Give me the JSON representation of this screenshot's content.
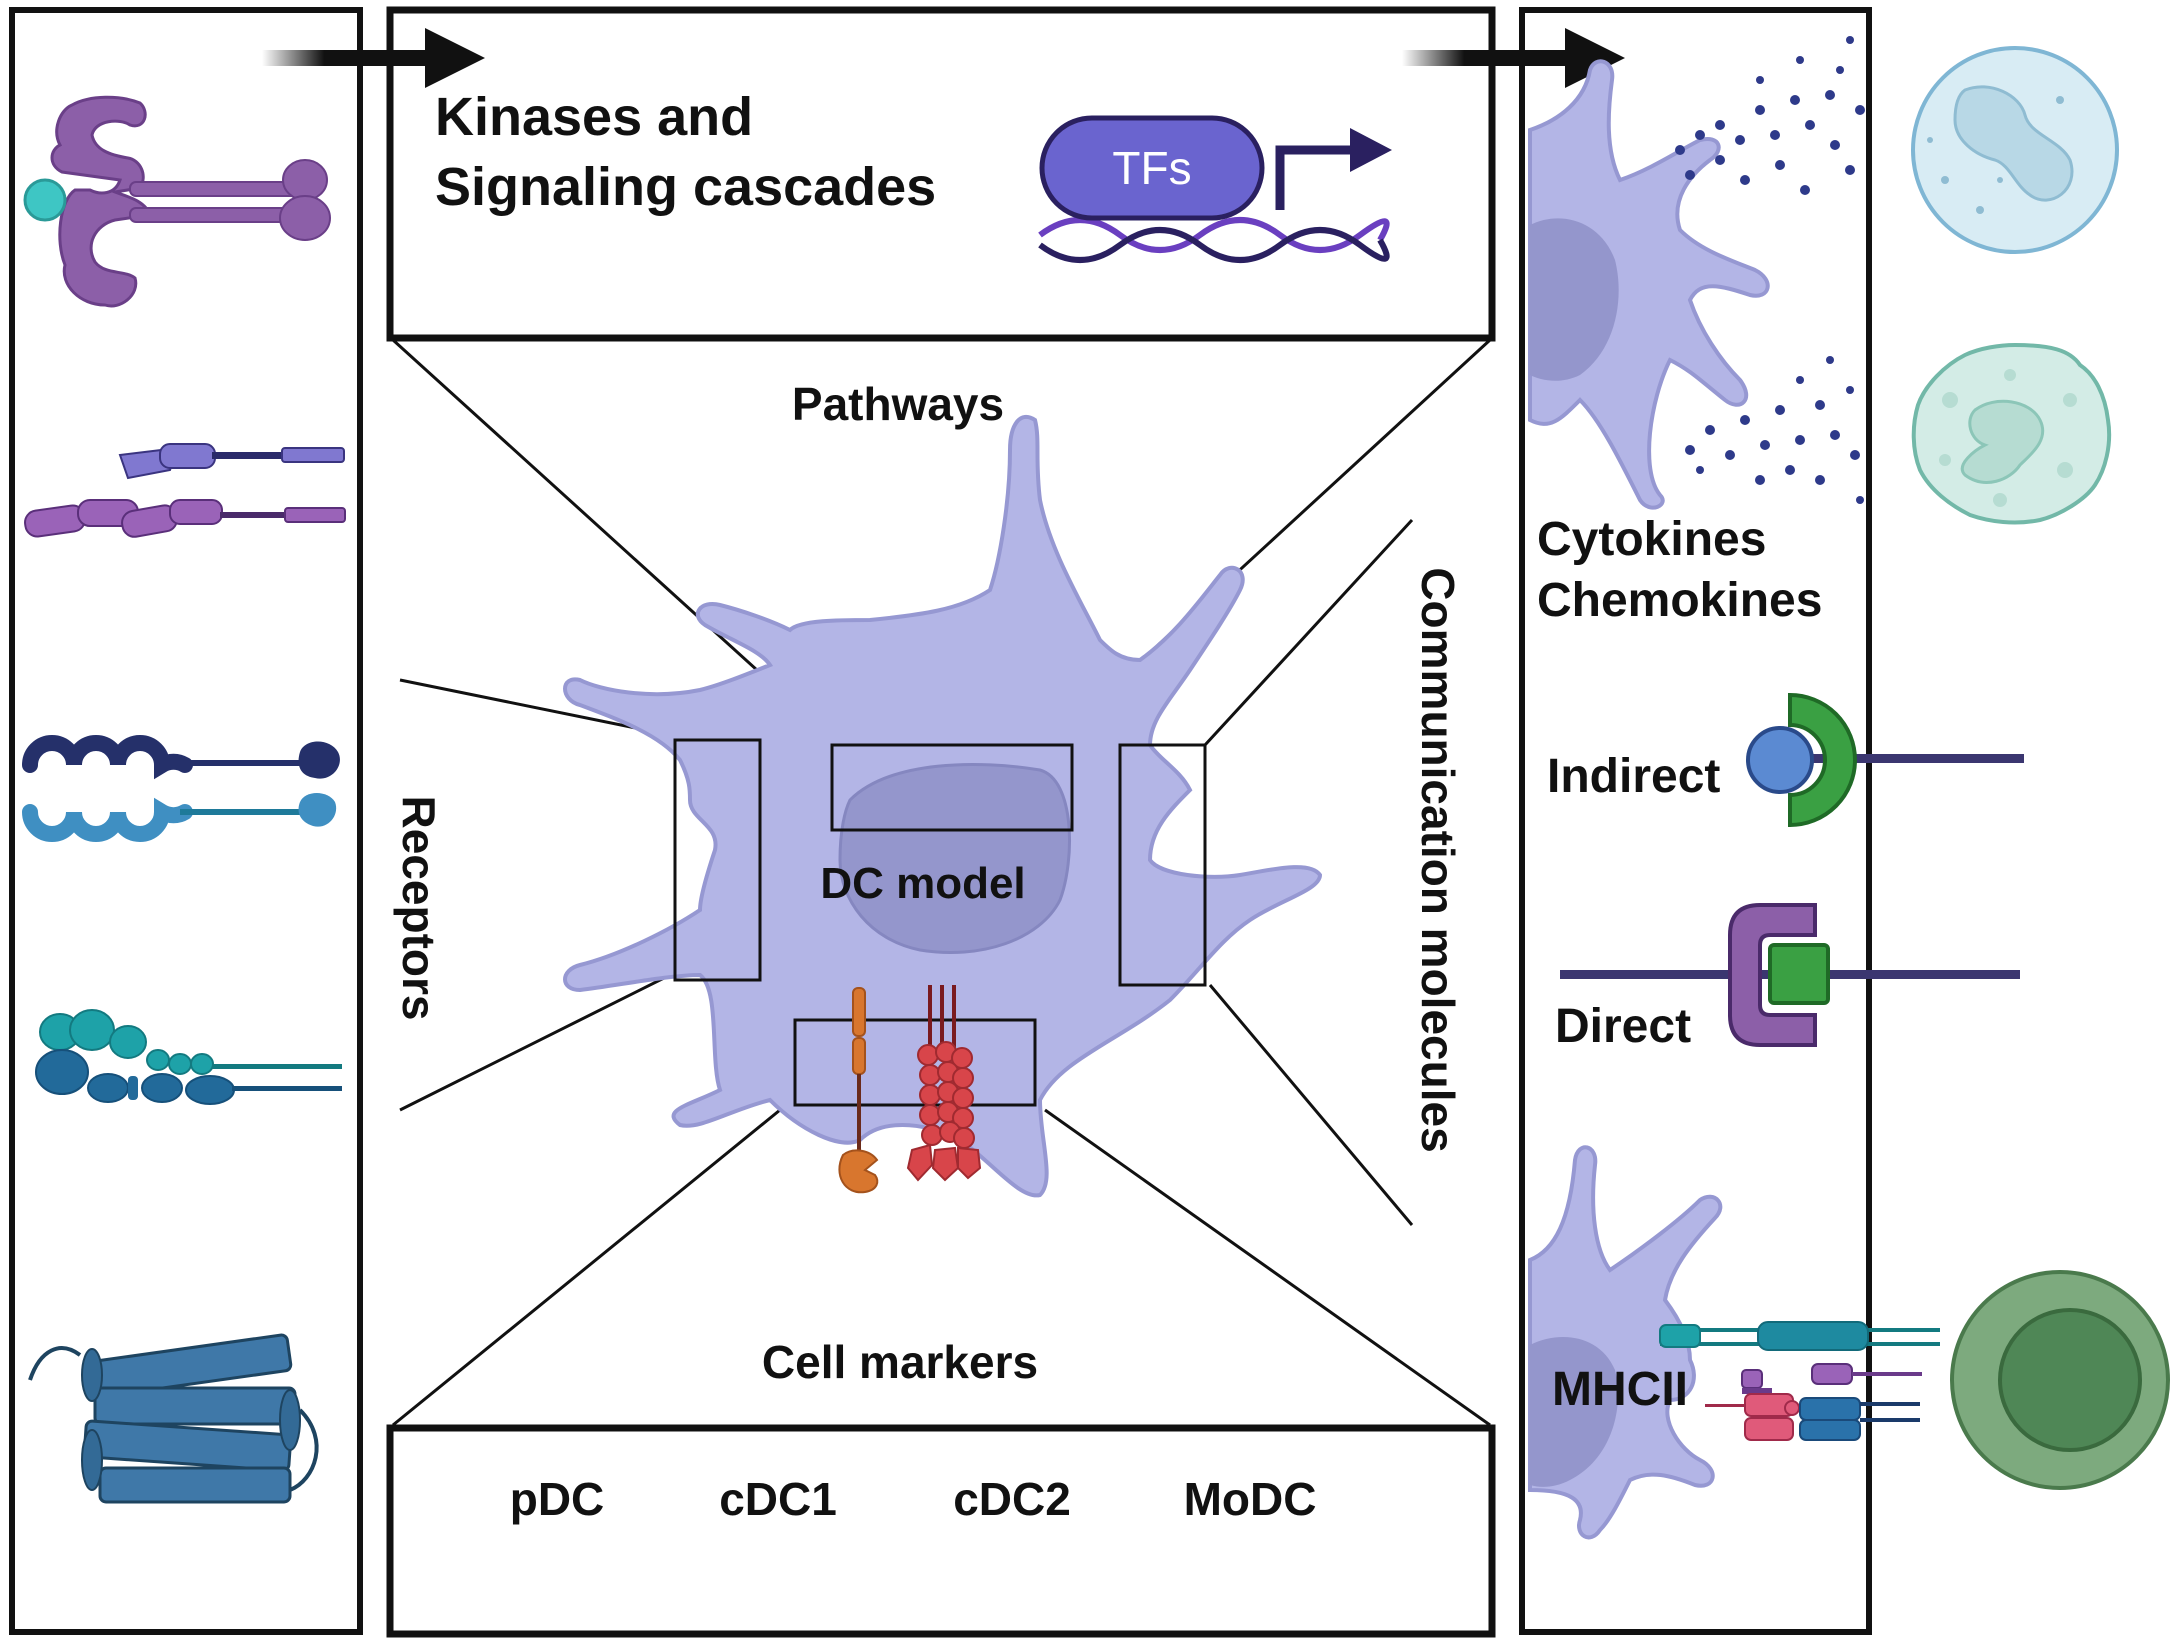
{
  "labels": {
    "kinases_line1": "Kinases and",
    "kinases_line2": "Signaling cascades",
    "tfs": "TFs",
    "pathways": "Pathways",
    "dc_model": "DC model",
    "receptors": "Receptors",
    "communication": "Communication molecules",
    "cell_markers": "Cell markers",
    "cytokines": "Cytokines",
    "chemokines": "Chemokines",
    "indirect": "Indirect",
    "direct": "Direct",
    "mhcii": "MHCII"
  },
  "subtypes": [
    "pDC",
    "cDC1",
    "cDC2",
    "MoDC"
  ],
  "colors": {
    "cell_fill": "#b3b5e6",
    "cell_stroke": "#9698d2",
    "nucleus": "#9496cc",
    "tf_fill": "#6a64cf",
    "arrow": "#2a2060",
    "monocyte": "#d8ecf4",
    "neutrophil": "#d3ece6",
    "t_cell": "#7daa7e",
    "receptor_purple": "#8c5fa8",
    "receptor_navy": "#25306a",
    "receptor_blue": "#3f8fc2",
    "receptor_teal": "#1ea2a8",
    "gpcr_blue": "#3f78a8",
    "ligand_green": "#3aa043",
    "marker_orange": "#d8762e",
    "marker_red": "#d8454a"
  },
  "icons": [
    "kinase-receptor-icon",
    "cytokine-receptor-icon",
    "ctype-lectin-receptor-icon",
    "ig-superfamily-receptor-icon",
    "gpcr-icon",
    "transcription-factor-icon",
    "dendritic-cell-icon",
    "monocyte-icon",
    "neutrophil-icon",
    "t-cell-icon",
    "mhc-tcr-complex-icon"
  ]
}
